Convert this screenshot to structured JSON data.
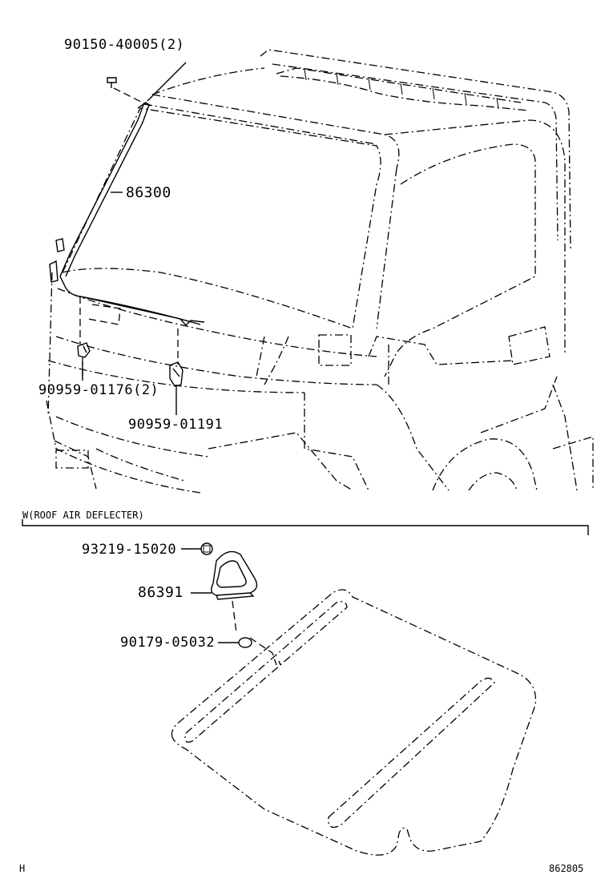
{
  "parts": {
    "bolt_top": "90150-40005(2)",
    "washer_rod": "86300",
    "clip_left": "90959-01176(2)",
    "clip_right": "90959-01191",
    "nut": "93219-15020",
    "bracket": "86391",
    "screw": "90179-05032"
  },
  "section_header": "W(ROOF AIR DEFLECTER)",
  "corner_code": "H",
  "diagram_number": "862805"
}
